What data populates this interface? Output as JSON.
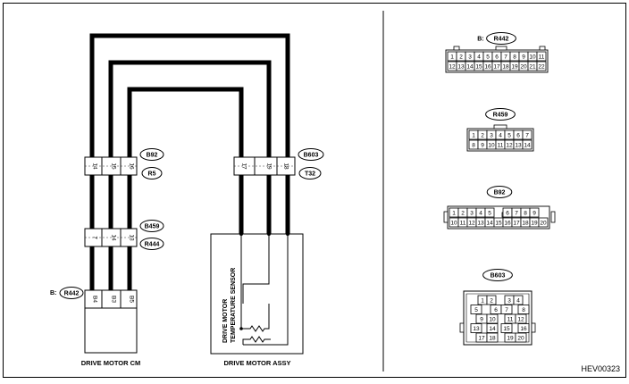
{
  "figure_id": "HEV00323",
  "left": {
    "connector_b92": "B92",
    "connector_r5": "R5",
    "connector_b603": "B603",
    "connector_t32": "T32",
    "connector_b459": "B459",
    "connector_r444": "R444",
    "connector_r442_prefix": "B:",
    "connector_r442": "R442",
    "pins_b92": [
      "14",
      "15",
      "16"
    ],
    "pins_b603": [
      "17",
      "19",
      "18"
    ],
    "pins_b459": [
      "7",
      "14",
      "13"
    ],
    "pins_r442": [
      "B4",
      "B3",
      "B5"
    ],
    "sensor_label_line1": "DRIVE MOTOR",
    "sensor_label_line2": "TEMPERATURE SENSOR",
    "caption_cm": "DRIVE MOTOR CM",
    "caption_assy": "DRIVE MOTOR ASSY"
  },
  "right": {
    "r442": {
      "prefix": "B:",
      "title": "R442",
      "row1": [
        "1",
        "2",
        "3",
        "4",
        "5",
        "6",
        "7",
        "8",
        "9",
        "10",
        "11"
      ],
      "row2": [
        "12",
        "13",
        "14",
        "15",
        "16",
        "17",
        "18",
        "19",
        "20",
        "21",
        "22"
      ]
    },
    "r459": {
      "title": "R459",
      "row1": [
        "1",
        "2",
        "3",
        "4",
        "5",
        "6",
        "7"
      ],
      "row2": [
        "8",
        "9",
        "10",
        "11",
        "12",
        "13",
        "14"
      ]
    },
    "b92": {
      "title": "B92",
      "row1": [
        "1",
        "2",
        "3",
        "4",
        "5",
        "6",
        "7",
        "8",
        "9"
      ],
      "row2": [
        "10",
        "11",
        "12",
        "13",
        "14",
        "15",
        "16",
        "17",
        "18",
        "19",
        "20"
      ]
    },
    "b603": {
      "title": "B603",
      "rows": [
        [
          "1",
          "2",
          "3",
          "4"
        ],
        [
          "5",
          "6",
          "7",
          "8"
        ],
        [
          "9",
          "10",
          "11",
          "12"
        ],
        [
          "13",
          "14",
          "15",
          "16"
        ],
        [
          "17",
          "18",
          "19",
          "20"
        ]
      ]
    }
  }
}
